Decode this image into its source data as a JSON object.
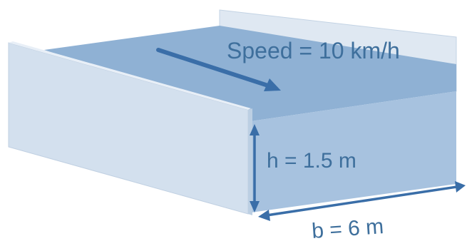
{
  "labels": {
    "speed": "Speed = 10 km/h",
    "height": "h = 1.5 m",
    "width": "b = 6 m"
  },
  "quantities": {
    "speed": {
      "value": 10,
      "unit": "km/h"
    },
    "height": {
      "value": 1.5,
      "unit": "m"
    },
    "width": {
      "value": 6,
      "unit": "m"
    }
  },
  "colors": {
    "water_top": "#8fb1d4",
    "water_front": "#a7c2df",
    "left_wall": "#d3e0ee",
    "back_wall": "#dfe8f2",
    "arrow": "#3a6ea8",
    "text": "#3e6f9c"
  }
}
